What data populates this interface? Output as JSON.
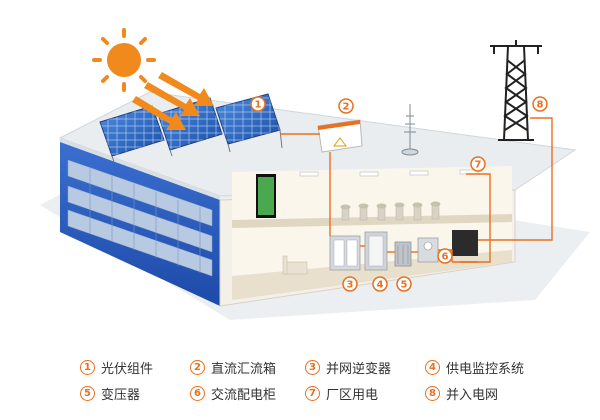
{
  "accent_color": "#e8701e",
  "wire_color": "#e8701e",
  "building_blue": "#2456b8",
  "markers": [
    {
      "id": "1",
      "label": "光伏组件"
    },
    {
      "id": "2",
      "label": "直流汇流箱"
    },
    {
      "id": "3",
      "label": "并网逆变器"
    },
    {
      "id": "4",
      "label": "供电监控系统"
    },
    {
      "id": "5",
      "label": "变压器"
    },
    {
      "id": "6",
      "label": "交流配电柜"
    },
    {
      "id": "7",
      "label": "厂区用电"
    },
    {
      "id": "8",
      "label": "并入电网"
    }
  ],
  "icons": [
    "sun-icon",
    "sunlight-arrow-icon",
    "solar-panel-icon",
    "combiner-box-icon",
    "antenna-icon",
    "transmission-tower-icon",
    "inverter-icon",
    "transformer-icon",
    "distribution-cabinet-icon",
    "monitor-system-icon",
    "ceiling-light-icon",
    "wall-tv-icon"
  ]
}
